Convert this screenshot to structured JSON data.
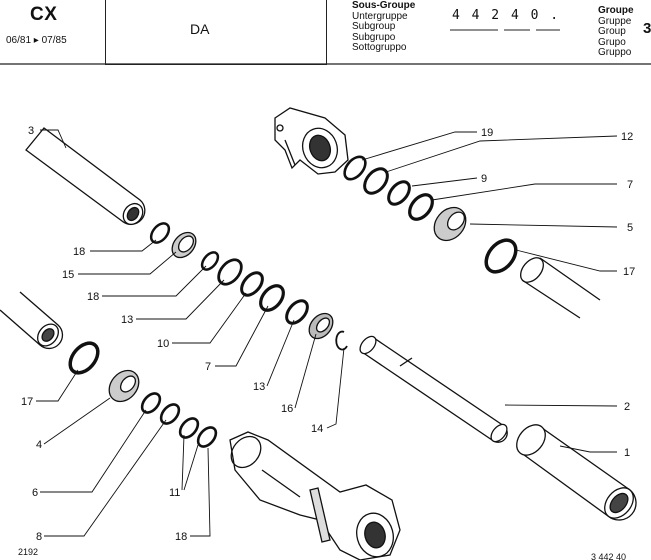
{
  "header": {
    "model": "CX",
    "dates": "06/81 ▸ 07/85",
    "box_text": "DA",
    "subgroup_labels": [
      "Sous-Groupe",
      "Untergruppe",
      "Subgroup",
      "Subgrupo",
      "Sottogruppo"
    ],
    "code": "4 4 2  4 0 .",
    "group_labels": [
      "Groupe",
      "Gruppe",
      "Group",
      "Grupo",
      "Gruppo"
    ],
    "side_digit": "3"
  },
  "footer": {
    "left_ref": "2192",
    "right_ref": "3 442 40"
  },
  "callouts": {
    "c3": "3",
    "c18a": "18",
    "c15": "15",
    "c18b": "18",
    "c13a": "13",
    "c10": "10",
    "c7a": "7",
    "c13b": "13",
    "c16": "16",
    "c14": "14",
    "c17a": "17",
    "c4": "4",
    "c6": "6",
    "c11": "11",
    "c8": "8",
    "c18c": "18",
    "c19": "19",
    "c12": "12",
    "c9": "9",
    "c7b": "7",
    "c5": "5",
    "c17b": "17",
    "c2": "2",
    "c1": "1"
  }
}
